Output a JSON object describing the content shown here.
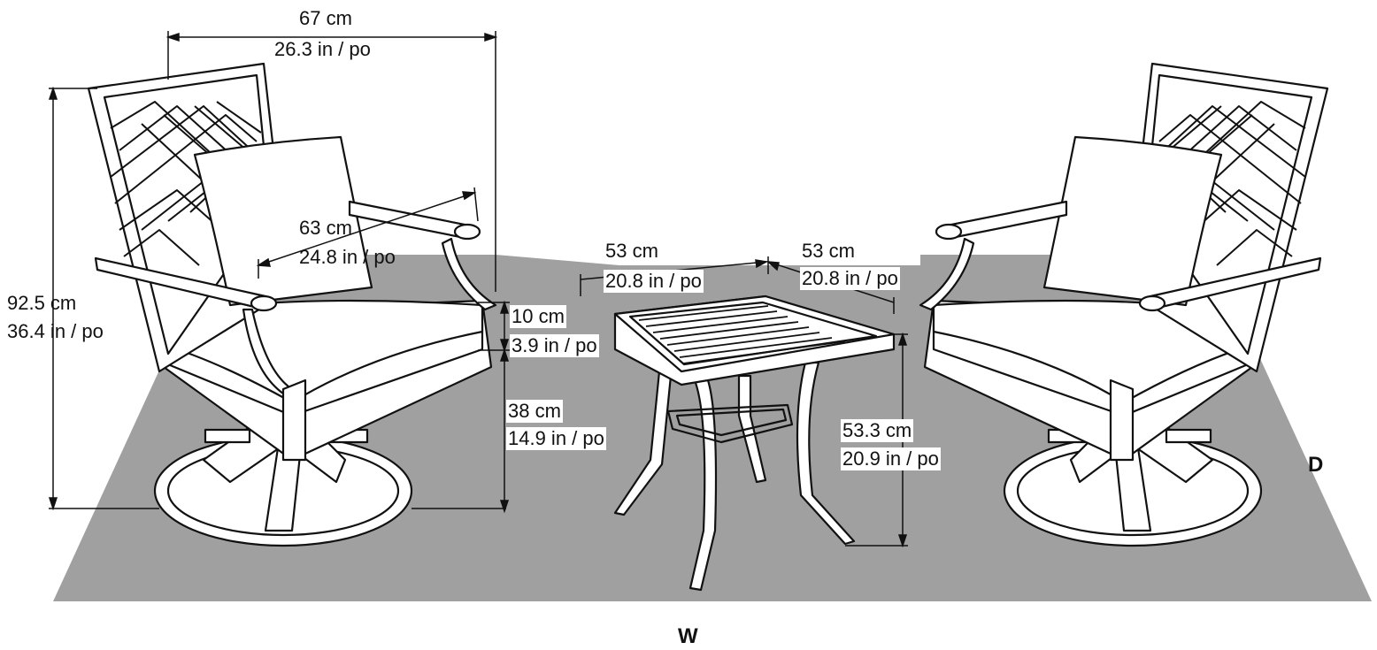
{
  "dimensions": {
    "chair_width": {
      "metric": "67 cm",
      "imperial": "26.3 in / po"
    },
    "chair_height": {
      "metric": "92.5 cm",
      "imperial": "36.4 in / po"
    },
    "chair_depth": {
      "metric": "63 cm",
      "imperial": "24.8 in / po"
    },
    "table_width": {
      "metric": "53 cm",
      "imperial": "20.8 in / po"
    },
    "table_depth": {
      "metric": "53 cm",
      "imperial": "20.8 in / po"
    },
    "cushion_thickness": {
      "metric": "10 cm",
      "imperial": "3.9 in / po"
    },
    "seat_height": {
      "metric": "38 cm",
      "imperial": "14.9 in / po"
    },
    "table_height": {
      "metric": "53.3 cm",
      "imperial": "20.9 in / po"
    }
  },
  "axis_labels": {
    "width": "W",
    "depth": "D"
  },
  "colors": {
    "rug": "#a0a0a0",
    "line": "#111111",
    "fill": "#ffffff"
  }
}
